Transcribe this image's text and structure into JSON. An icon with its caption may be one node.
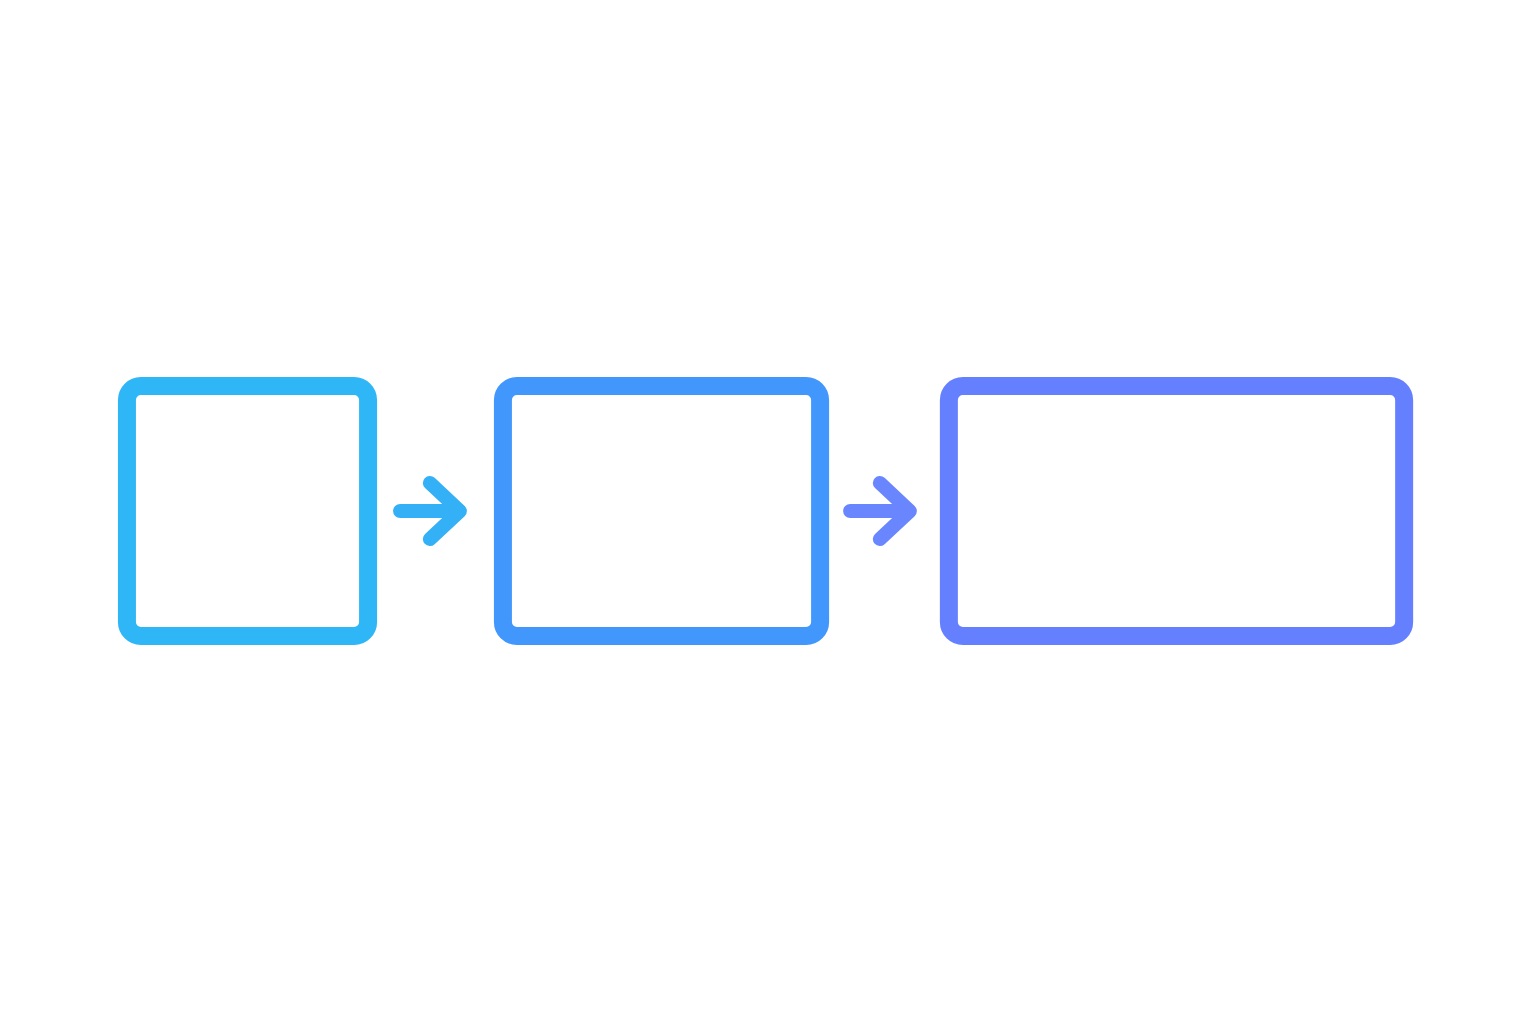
{
  "diagram": {
    "nodes": [
      {
        "text": [],
        "shape": "box"
      },
      {
        "text": [],
        "shape": "box"
      },
      {
        "text": [],
        "shape": "box"
      }
    ],
    "edges": [
      {
        "from": 0,
        "to": 1,
        "arrow": "to",
        "color": "#33b0f6"
      },
      {
        "from": 1,
        "to": 2,
        "arrow": "to",
        "color": "#6a86fe"
      }
    ]
  }
}
